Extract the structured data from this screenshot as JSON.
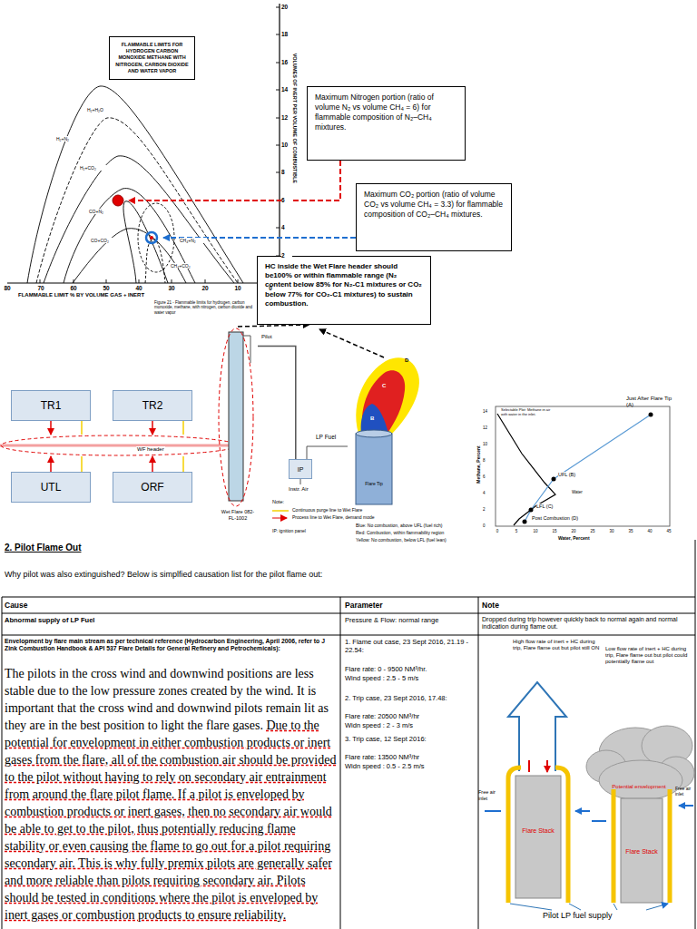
{
  "diagram": {
    "nodes": [
      {
        "text": [
          "FLAMMABLE LIMITS FOR HYDROGEN CARBON MONOXIDE METHANE WITH NITROGEN, CARBON DIOXIDE AND WATER VAPOR"
        ]
      },
      {
        "text": [
          "Maximum Nitrogen portion (ratio of volume N₂ vs volume CH₄ = 6) for flammable composition of N₂–CH₄ mixtures."
        ]
      },
      {
        "text": [
          "Maximum CO₂ portion (ratio of volume CO₂ vs volume CH₄ = 3.3) for flammable composition of CO₂–CH₄ mixtures."
        ]
      },
      {
        "text": [
          "HC inside the Wet Flare header should be100% or within flammable range (N₂ content below 85% for N₂-C1 mixtures or CO₂ below 77% for CO₂-C1 mixtures) to sustain combustion."
        ]
      },
      {
        "text": [
          "TR1"
        ]
      },
      {
        "text": [
          "TR2"
        ]
      },
      {
        "text": [
          "WF header"
        ]
      },
      {
        "text": [
          "Wet Flare 082-FL-1002"
        ]
      },
      {
        "text": [
          "IP"
        ]
      },
      {
        "text": [
          "UTL"
        ]
      },
      {
        "text": [
          "ORF"
        ]
      }
    ],
    "edges": [
      {
        "from": 4,
        "to": 6,
        "arrow": "to"
      },
      {
        "from": 5,
        "to": 6,
        "arrow": "to"
      },
      {
        "from": 9,
        "to": 6,
        "arrow": "to"
      },
      {
        "from": 10,
        "to": 6,
        "arrow": "to"
      },
      {
        "from": 8,
        "to": 7,
        "arrow": "none"
      },
      {
        "from": 7,
        "to": 3,
        "arrow": "to"
      }
    ],
    "labels": [
      "VOLUMES OF INERT PER VOLUME OF COMBUSTIBLE",
      "FLAMMABLE LIMIT % BY VOLUME GAS + INERT",
      "Figure 21 - Flammable limits for hydrogen, carbon monoxide, methane, with nitrogen, carbon dioxide and water vapor",
      "80",
      "70",
      "60",
      "50",
      "40",
      "30",
      "20",
      "10",
      "0",
      "2",
      "4",
      "6",
      "8",
      "10",
      "12",
      "14",
      "16",
      "18",
      "20",
      "H₂+N₂",
      "H₂+H₂O",
      "H₂+CO₂",
      "CO+N₂",
      "CO+CO₂",
      "CH₄+N₂",
      "CH₄+CO₂",
      "Pilot",
      "LP Fuel",
      "Instr. Air",
      "Note:",
      "IP: ignition panel",
      "D",
      "C",
      "B",
      "Flare Tip",
      "Blue: No combustion, above UFL (fuel rich)",
      "Red: Combustion, within flammability region",
      "Yellow: No combustion, below LFL (fuel lean)",
      "Selectable Plot: Methane in air with water in the inlet.",
      "Just After Flare Tip (A)",
      "UFL (B)",
      "LFL (C)",
      "Post Combustion (D)",
      "Water",
      "Methane, Percent",
      "Water, Percent",
      "0",
      "2",
      "4",
      "6",
      "8",
      "10",
      "12",
      "14",
      "0",
      "5",
      "10",
      "15",
      "20",
      "25",
      "30",
      "35",
      "40",
      "45",
      "2. Pilot Flame Out",
      "Why pilot was also extinguished? Below is simplfied causation list for the pilot flame out:",
      "Cause",
      "Parameter",
      "Note",
      "Abnormal supply of LP Fuel",
      "Pressure & Flow: normal range",
      "Dropped during trip however quickly back to normal again and normal indication during flame out.",
      "Envelopment by flare main stream as per technical reference (Hydrocarbon Engineering, April 2006, refer to J Zink Combustion Handbook & API 537 Flare Details for General Refinery and Petrochemicals):",
      "The pilots in the cross wind and downwind positions are less stable due to the low pressure zones created by the wind. It is important that the cross wind and downwind pilots remain lit as they are in the best position to light the flare gases.",
      "Due to the potential for envelopment in either combustion products or inert gases from the flare, all of the combustion air should be provided to the pilot without having to rely on secondary air entrainment from around the flare pilot flame. If a pilot is enveloped by combustion products or inert gases, then no secondary air would be able to get to the pilot, thus potentially reducing flame stability or even causing the flame to go out for a pilot requiring secondary air. This is why fully premix pilots are generally safer and more reliable than pilots requiring secondary air. Pilots should be tested in conditions where the pilot is enveloped by inert gases or combustion products to ensure reliability.",
      "1. Flame out case, 23 Sept 2016, 21.19 - 22.54:",
      "Flare rate: 0 - 9500 NM³/hr.",
      "Wind speed : 2.5 - 5 m/s",
      "2. Trip case, 23 Sept 2016, 17.48:",
      "Flare rate: 20500 NM³/hr",
      "Widn speed : 2 - 3 m/s",
      "3. Trip case, 12 Sept 2016:",
      "Flare rate: 13500 NM³/hr",
      "Widn speed : 0.5 - 2.5 m/s",
      "High flow rate of inert + HC during trip, Flare flame out but pilot still ON",
      "Low flow rate of inert + HC during trip, Flare flame out but pilot could potentially flame out",
      "Free air inlet",
      "Free air inlet",
      "Flare Stack",
      "Flare Stack",
      "Potential envelopment",
      "Pilot LP fuel supply"
    ],
    "legend": [
      {
        "text": "Continuous purge line to Wet Flare"
      },
      {
        "text": "Process line to Wet Flare, demand mode"
      }
    ]
  }
}
